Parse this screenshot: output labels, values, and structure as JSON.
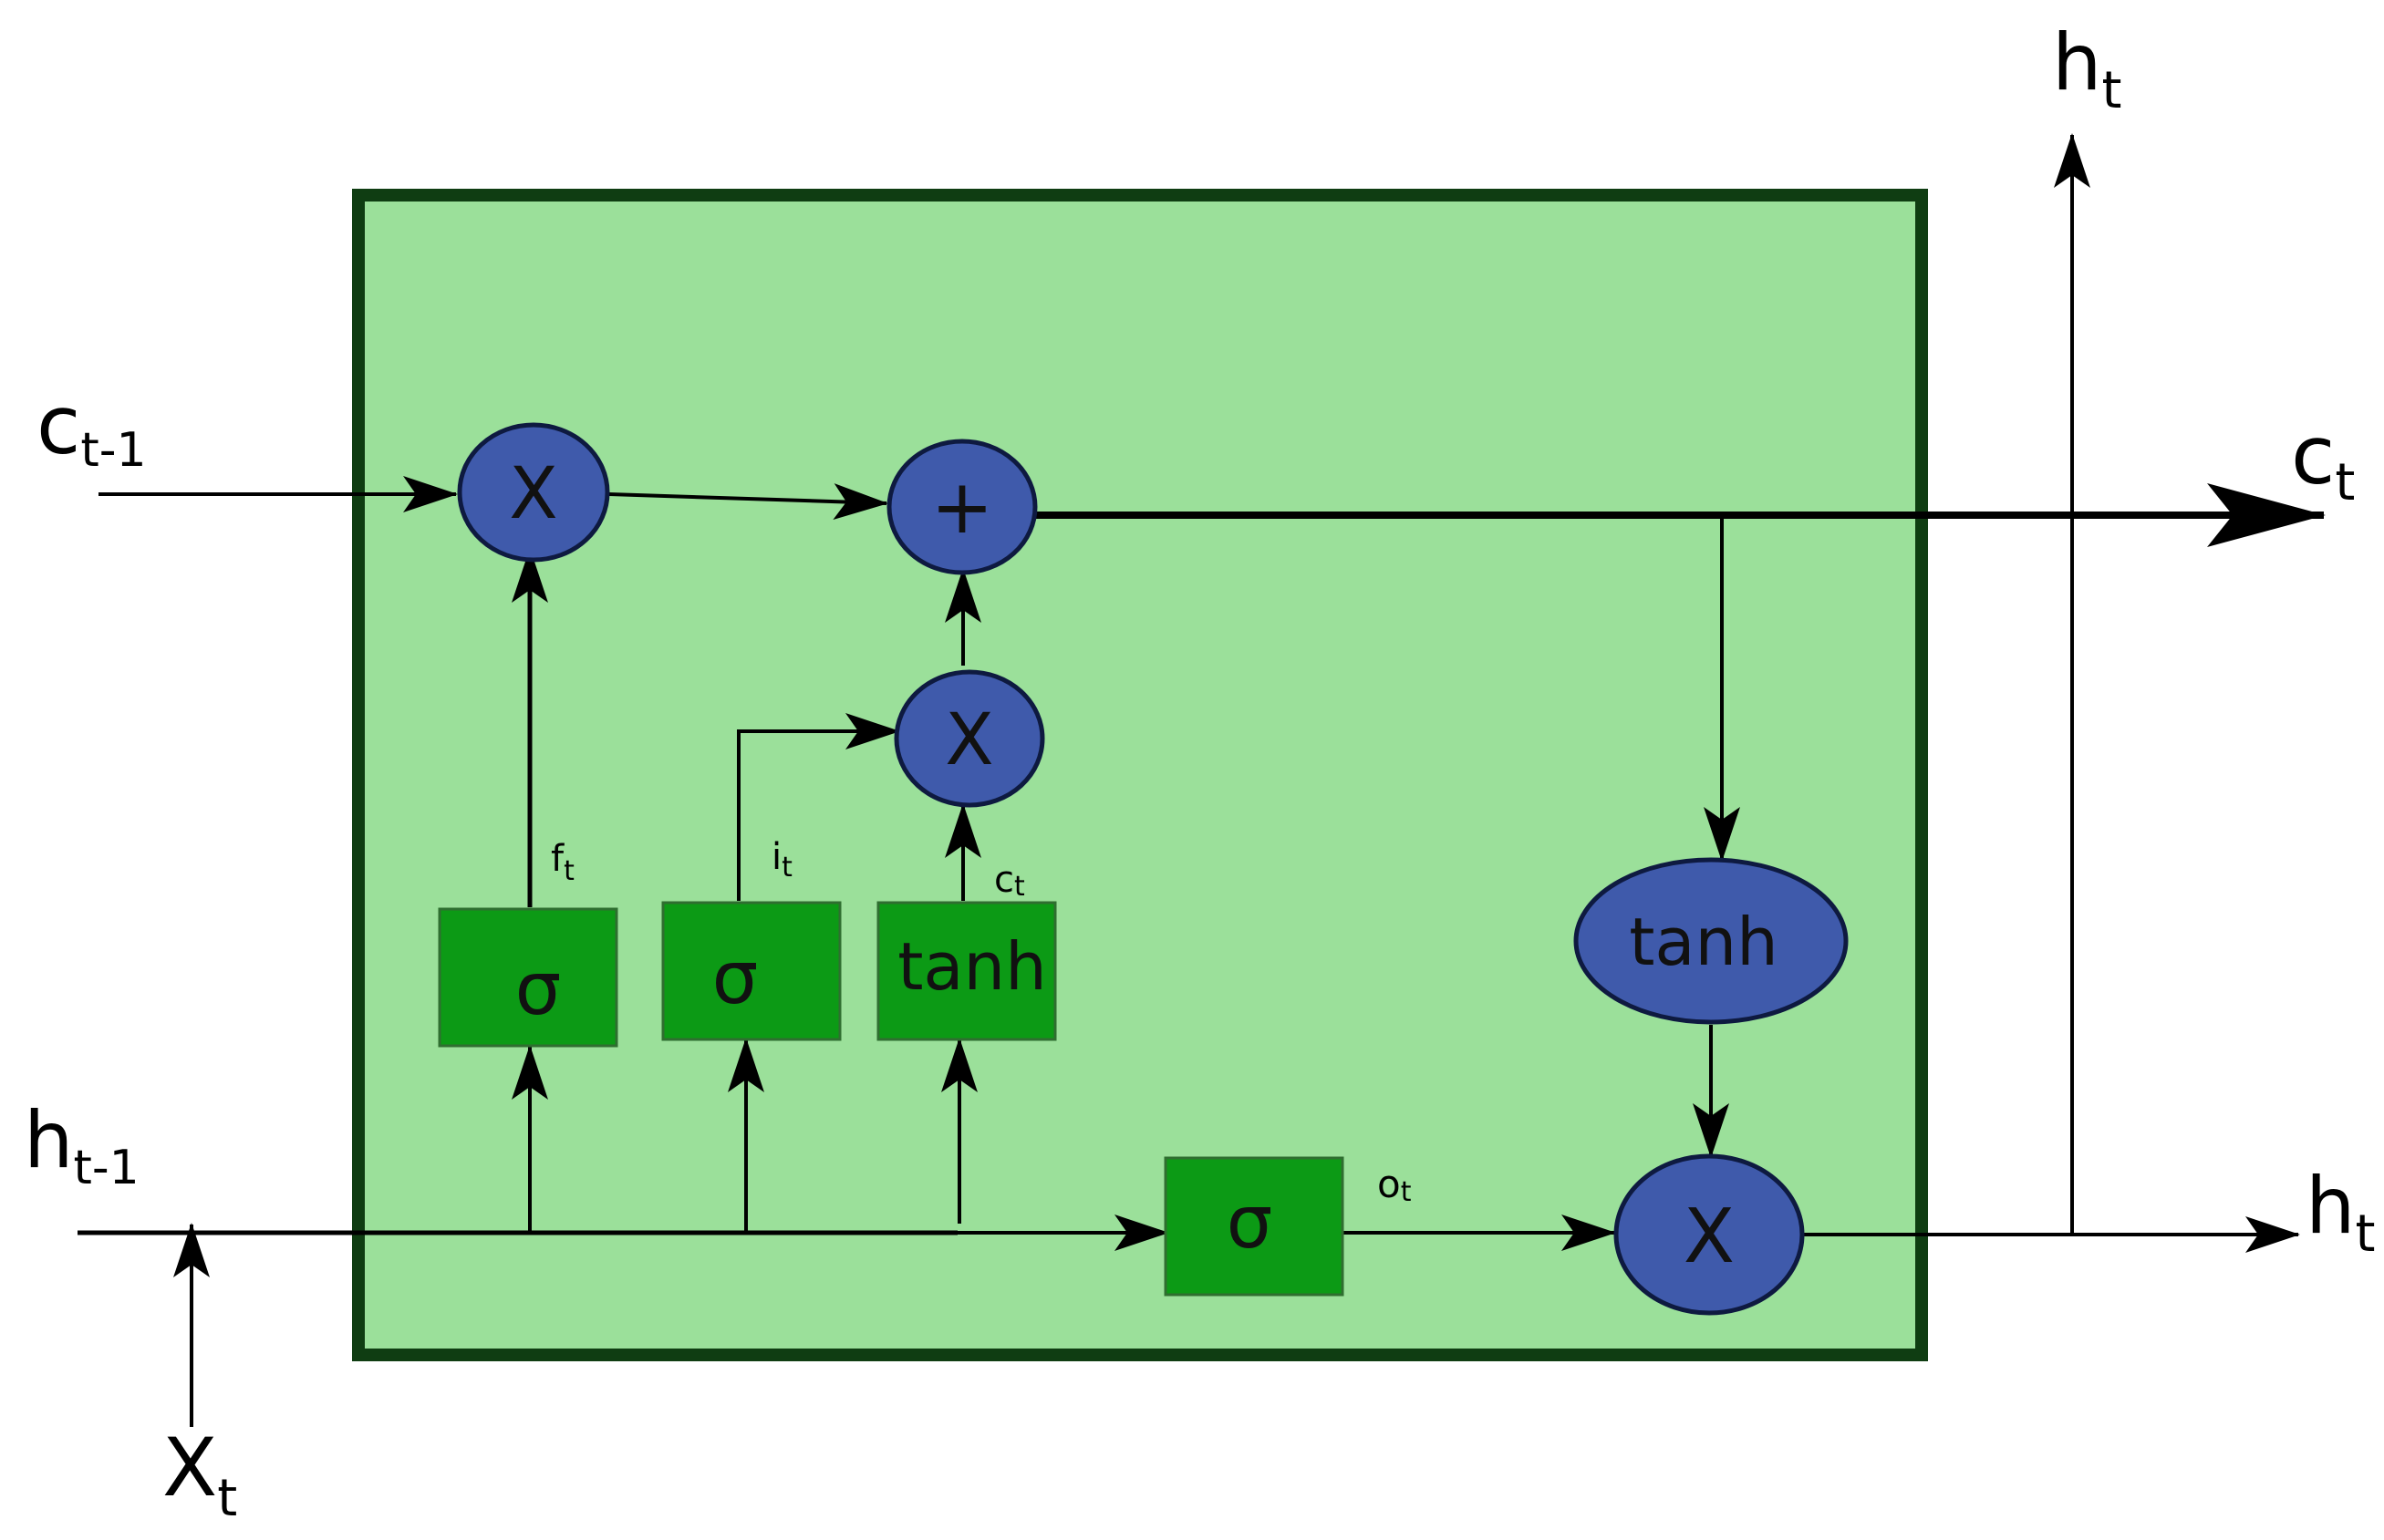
{
  "labels": {
    "c_prev_main": "c",
    "c_prev_sub": "t-1",
    "h_prev_main": "h",
    "h_prev_sub": "t-1",
    "x_main": "X",
    "x_sub": "t",
    "c_out_main": "c",
    "c_out_sub": "t",
    "h_out_main": "h",
    "h_out_sub": "t",
    "h_top_main": "h",
    "h_top_sub": "t",
    "f_main": "f",
    "f_sub": "t",
    "i_main": "i",
    "i_sub": "t",
    "cand_main": "c",
    "cand_sub": "t",
    "o_main": "o",
    "o_sub": "t"
  },
  "nodes": {
    "forget_mult": "X",
    "add": "+",
    "input_mult": "X",
    "tanh_out": "tanh",
    "output_mult": "X"
  },
  "gates": {
    "forget_sigma": "σ",
    "input_sigma": "σ",
    "cand_tanh": "tanh",
    "output_sigma": "σ"
  },
  "colors": {
    "cell_fill": "#9be09a",
    "cell_border": "#0f3d12",
    "gate_fill": "#0c9a15",
    "node_fill": "#3f5aab",
    "node_stroke": "#0e1a40",
    "line": "#000000"
  }
}
